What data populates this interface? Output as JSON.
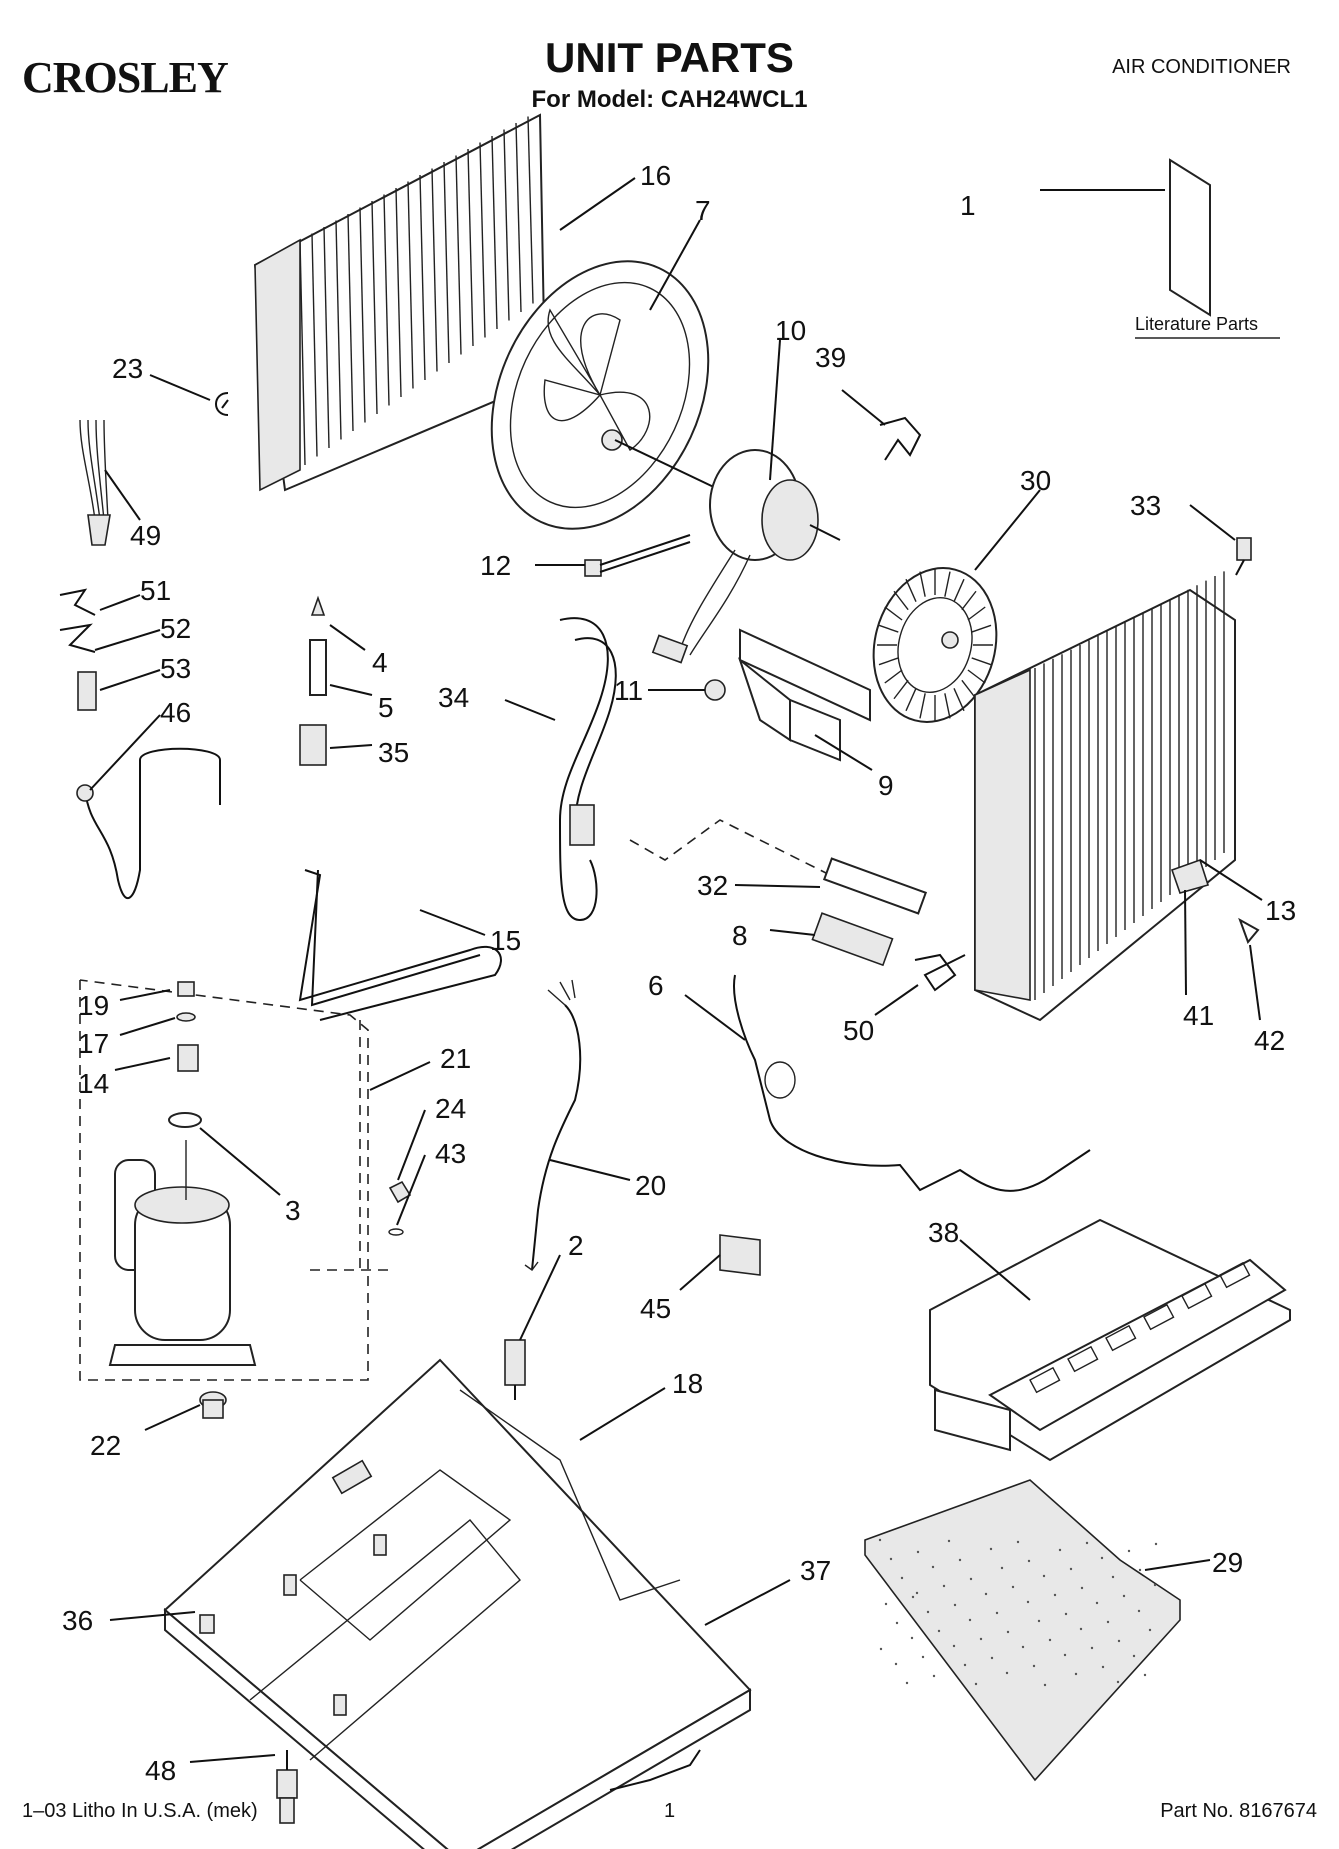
{
  "header": {
    "brand": "CROSLEY",
    "title": "UNIT PARTS",
    "subtitle": "For Model: CAH24WCL1",
    "category": "AIR CONDITIONER"
  },
  "literature_caption": "Literature Parts",
  "callouts": [
    "1",
    "2",
    "3",
    "4",
    "5",
    "6",
    "7",
    "8",
    "9",
    "10",
    "11",
    "12",
    "13",
    "14",
    "15",
    "16",
    "17",
    "18",
    "19",
    "20",
    "21",
    "22",
    "23",
    "24",
    "29",
    "30",
    "32",
    "33",
    "34",
    "35",
    "36",
    "37",
    "38",
    "39",
    "41",
    "42",
    "43",
    "45",
    "46",
    "48",
    "49",
    "50",
    "51",
    "52",
    "53"
  ],
  "footer": {
    "left": "1–03 Litho In U.S.A. (mek)",
    "page": "1",
    "part_no": "Part No. 8167674"
  }
}
